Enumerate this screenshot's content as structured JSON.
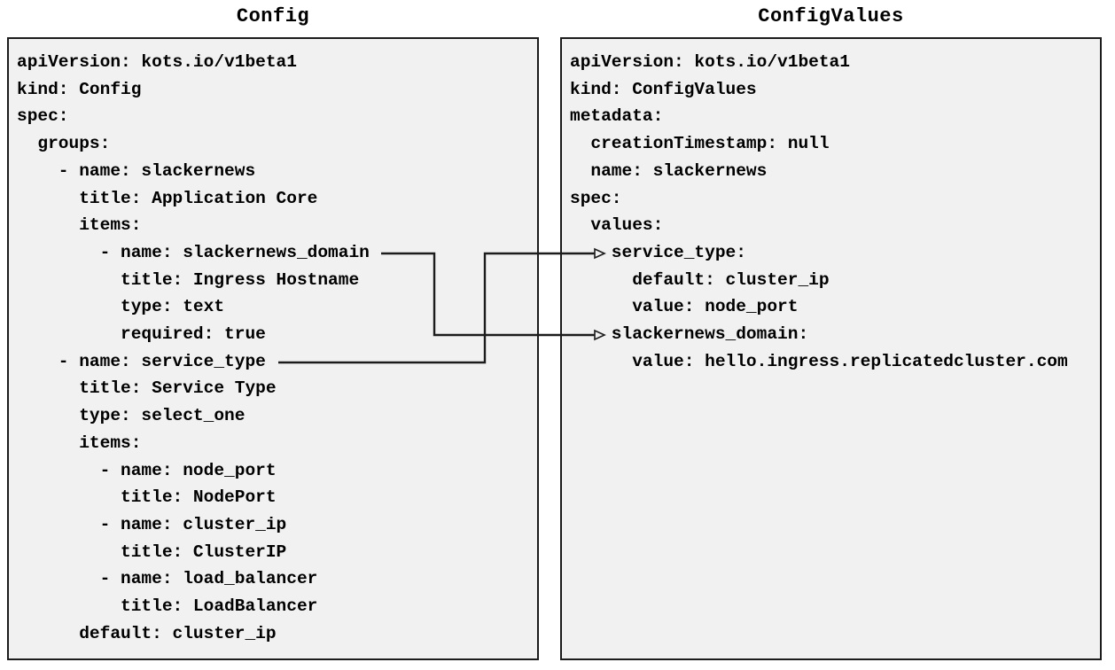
{
  "panels": [
    {
      "title": "Config",
      "yaml": [
        "apiVersion: kots.io/v1beta1",
        "kind: Config",
        "spec:",
        "  groups:",
        "    - name: slackernews",
        "      title: Application Core",
        "      items:",
        "        - name: slackernews_domain",
        "          title: Ingress Hostname",
        "          type: text",
        "          required: true",
        "    - name: service_type",
        "      title: Service Type",
        "      type: select_one",
        "      items:",
        "        - name: node_port",
        "          title: NodePort",
        "        - name: cluster_ip",
        "          title: ClusterIP",
        "        - name: load_balancer",
        "          title: LoadBalancer",
        "      default: cluster_ip"
      ]
    },
    {
      "title": "ConfigValues",
      "yaml": [
        "apiVersion: kots.io/v1beta1",
        "kind: ConfigValues",
        "metadata:",
        "  creationTimestamp: null",
        "  name: slackernews",
        "spec:",
        "  values:",
        "    service_type:",
        "      default: cluster_ip",
        "      value: node_port",
        "    slackernews_domain:",
        "      value: hello.ingress.replicatedcluster.com"
      ]
    }
  ],
  "connections": [
    {
      "from": "Config item slackernews_domain",
      "to": "ConfigValues entry slackernews_domain"
    },
    {
      "from": "Config item service_type",
      "to": "ConfigValues entry service_type"
    }
  ],
  "colors": {
    "page_background": "#ffffff",
    "box_fill": "#f1f1f1",
    "box_border": "#1c1c1c",
    "text": "#000000",
    "arrow": "#1c1c1c"
  }
}
